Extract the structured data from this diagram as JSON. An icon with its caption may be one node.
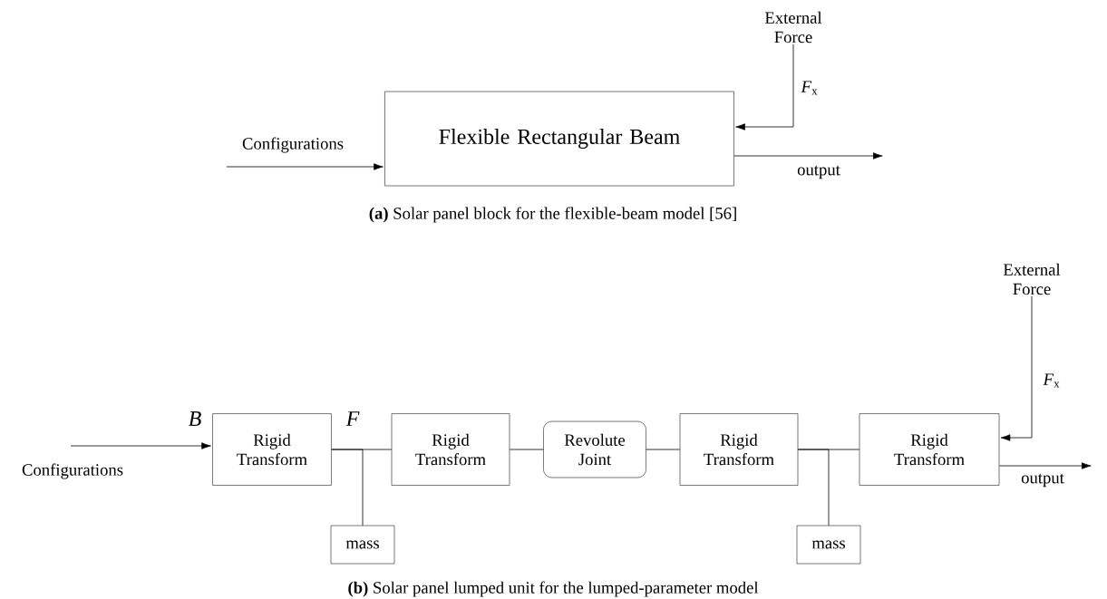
{
  "diagram": {
    "nodes": [
      {
        "text": [
          "External Force"
        ]
      },
      {
        "text": [
          "Flexible Rectangular Beam"
        ]
      },
      {
        "text": [
          "Rigid Transform"
        ]
      },
      {
        "text": [
          "External Force"
        ]
      },
      {
        "text": [
          "Rigid Transform"
        ]
      },
      {
        "text": [
          "Revolute Joint"
        ]
      },
      {
        "text": [
          "Rigid Transform"
        ]
      },
      {
        "text": [
          "Rigid Transform"
        ]
      },
      {
        "text": [
          "mass"
        ]
      },
      {
        "text": [
          "mass"
        ]
      }
    ],
    "edges": [
      {
        "from": null,
        "to": 1,
        "arrow": "to",
        "label": "Configurations"
      },
      {
        "from": 0,
        "to": 1,
        "arrow": "to",
        "label": "*F*$_{x}$"
      },
      {
        "from": 1,
        "to": null,
        "arrow": "to",
        "label": "output"
      },
      {
        "from": null,
        "to": 2,
        "arrow": "to",
        "label": "Configurations"
      },
      {
        "from": 2,
        "to": 4,
        "arrow": "none"
      },
      {
        "from": 2,
        "to": 8,
        "arrow": "none"
      },
      {
        "from": 4,
        "to": 5,
        "arrow": "none"
      },
      {
        "from": 5,
        "to": 6,
        "arrow": "none"
      },
      {
        "from": 6,
        "to": 7,
        "arrow": "none"
      },
      {
        "from": 6,
        "to": 9,
        "arrow": "none"
      },
      {
        "from": 3,
        "to": 7,
        "arrow": "to",
        "label": "*F*$_{x}$"
      },
      {
        "from": 7,
        "to": null,
        "arrow": "to",
        "label": "output"
      }
    ],
    "labels": [
      "B",
      "F",
      "**(a)** Solar panel block for the flexible-beam model [56]",
      "**(b)** Solar panel lumped unit for the lumped-parameter model"
    ]
  }
}
